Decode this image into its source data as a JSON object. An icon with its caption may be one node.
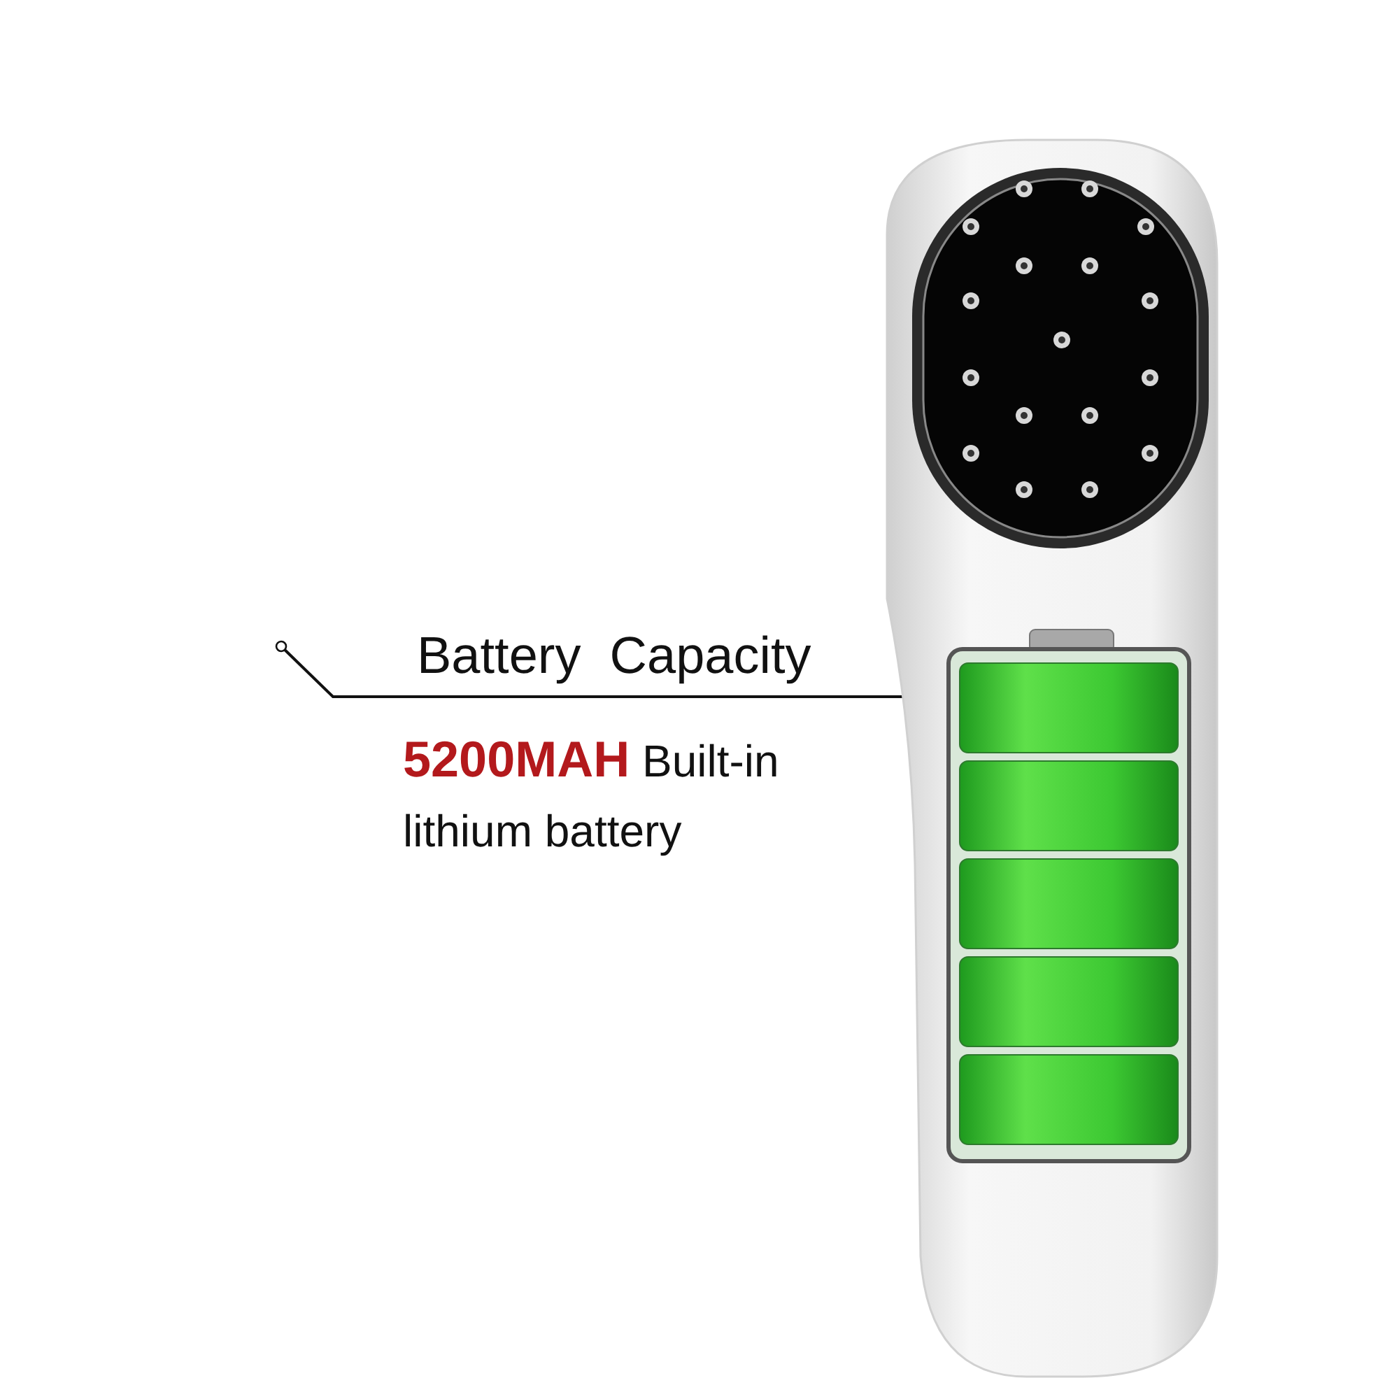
{
  "diagram": {
    "nodes": [
      {
        "text": [
          "Battery  Capacity",
          "**5200MAH** Built-in lithium battery"
        ]
      },
      {
        "text": [],
        "shape": "picture"
      }
    ],
    "edges": [
      {
        "from": 0,
        "to": 1,
        "arrow": "other"
      }
    ]
  }
}
